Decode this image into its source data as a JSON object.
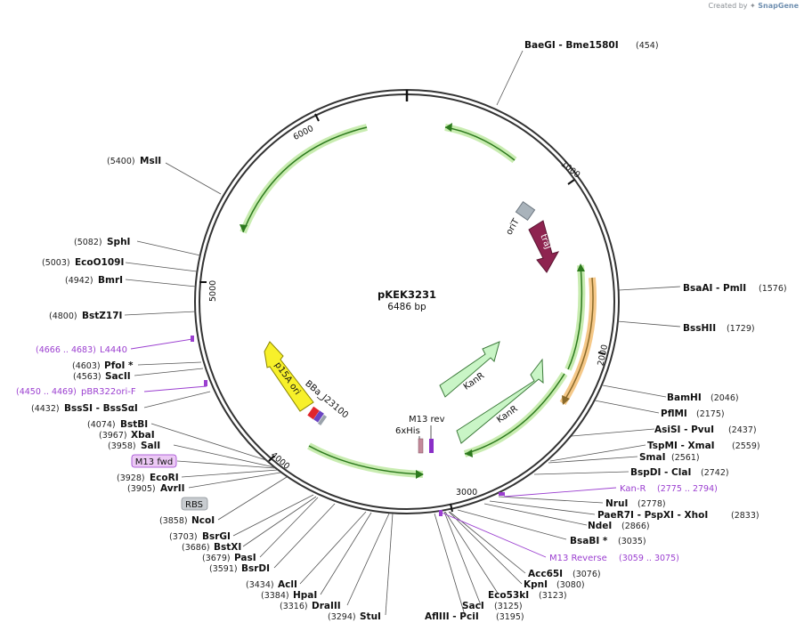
{
  "brand": {
    "created_by": "Created by",
    "name": "SnapGene"
  },
  "plasmid": {
    "name": "pKEK3231",
    "size": "6486 bp"
  },
  "ticks": [
    "1000",
    "2000",
    "3000",
    "4000",
    "5000",
    "6000"
  ],
  "features": {
    "oriT": "oriT",
    "traJ": "traJ",
    "kanr1": "KanR",
    "kanr2": "KanR",
    "p15a": "p15A ori",
    "bba": "BBa_J23100",
    "m13rev": "M13 rev",
    "his": "6xHis"
  },
  "sites": [
    {
      "name": "BaeGI   - Bme1580I",
      "pos": "(454)"
    },
    {
      "name": "BsaAI   - PmlI",
      "pos": "(1576)"
    },
    {
      "name": "BssHII",
      "pos": "(1729)"
    },
    {
      "name": "BamHI",
      "pos": "(2046)"
    },
    {
      "name": "PflMI",
      "pos": "(2175)"
    },
    {
      "name": "AsiSI   - PvuI",
      "pos": "(2437)"
    },
    {
      "name": "TspMI   - XmaI",
      "pos": "(2559)"
    },
    {
      "name": "SmaI",
      "pos": "(2561)"
    },
    {
      "name": "BspDI   - ClaI",
      "pos": "(2742)"
    },
    {
      "name": "NruI",
      "pos": "(2778)"
    },
    {
      "name": "PaeR7I   - PspXI   - XhoI",
      "pos": "(2833)"
    },
    {
      "name": "NdeI",
      "pos": "(2866)"
    },
    {
      "name": "BsaBI *",
      "pos": "(3035)"
    },
    {
      "name": "Acc65I",
      "pos": "(3076)"
    },
    {
      "name": "KpnI",
      "pos": "(3080)"
    },
    {
      "name": "Eco53kI",
      "pos": "(3123)"
    },
    {
      "name": "SacI",
      "pos": "(3125)"
    },
    {
      "name": "AflIII   - PciI",
      "pos": "(3195)"
    },
    {
      "name": "StuI",
      "pos": "(3294)"
    },
    {
      "name": "DraIII",
      "pos": "(3316)"
    },
    {
      "name": "HpaI",
      "pos": "(3384)"
    },
    {
      "name": "AclI",
      "pos": "(3434)"
    },
    {
      "name": "BsrDI",
      "pos": "(3591)"
    },
    {
      "name": "PasI",
      "pos": "(3679)"
    },
    {
      "name": "BstXI",
      "pos": "(3686)"
    },
    {
      "name": "BsrGI",
      "pos": "(3703)"
    },
    {
      "name": "NcoI",
      "pos": "(3858)"
    },
    {
      "name": "AvrII",
      "pos": "(3905)"
    },
    {
      "name": "EcoRI",
      "pos": "(3928)"
    },
    {
      "name": "SalI",
      "pos": "(3958)"
    },
    {
      "name": "XbaI",
      "pos": "(3967)"
    },
    {
      "name": "BstBI",
      "pos": "(4074)"
    },
    {
      "name": "BssSI   - BssSαI",
      "pos": "(4432)"
    },
    {
      "name": "SacII",
      "pos": "(4563)"
    },
    {
      "name": "PfoI *",
      "pos": "(4603)"
    },
    {
      "name": "BstZ17I",
      "pos": "(4800)"
    },
    {
      "name": "BmrI",
      "pos": "(4942)"
    },
    {
      "name": "EcoO109I",
      "pos": "(5003)"
    },
    {
      "name": "SphI",
      "pos": "(5082)"
    },
    {
      "name": "MslI",
      "pos": "(5400)"
    }
  ],
  "primers": [
    {
      "name": "Kan-R",
      "pos": "(2775 .. 2794)"
    },
    {
      "name": "M13 Reverse",
      "pos": "(3059 .. 3075)"
    },
    {
      "name": "pBR322ori-F",
      "pos": "(4450 .. 4469)"
    },
    {
      "name": "L4440",
      "pos": "(4666 .. 4683)"
    }
  ],
  "boxed_labels": {
    "m13fwd": "M13 fwd",
    "rbs": "RBS"
  },
  "colors": {
    "enzyme": "#111111",
    "primer": "#9b3fd0",
    "green_feature": "#aee58a",
    "traJ": "#8e2450",
    "p15a": "#f7f02a",
    "kanr": "#c9f5c6",
    "orange": "#f0b25a"
  }
}
